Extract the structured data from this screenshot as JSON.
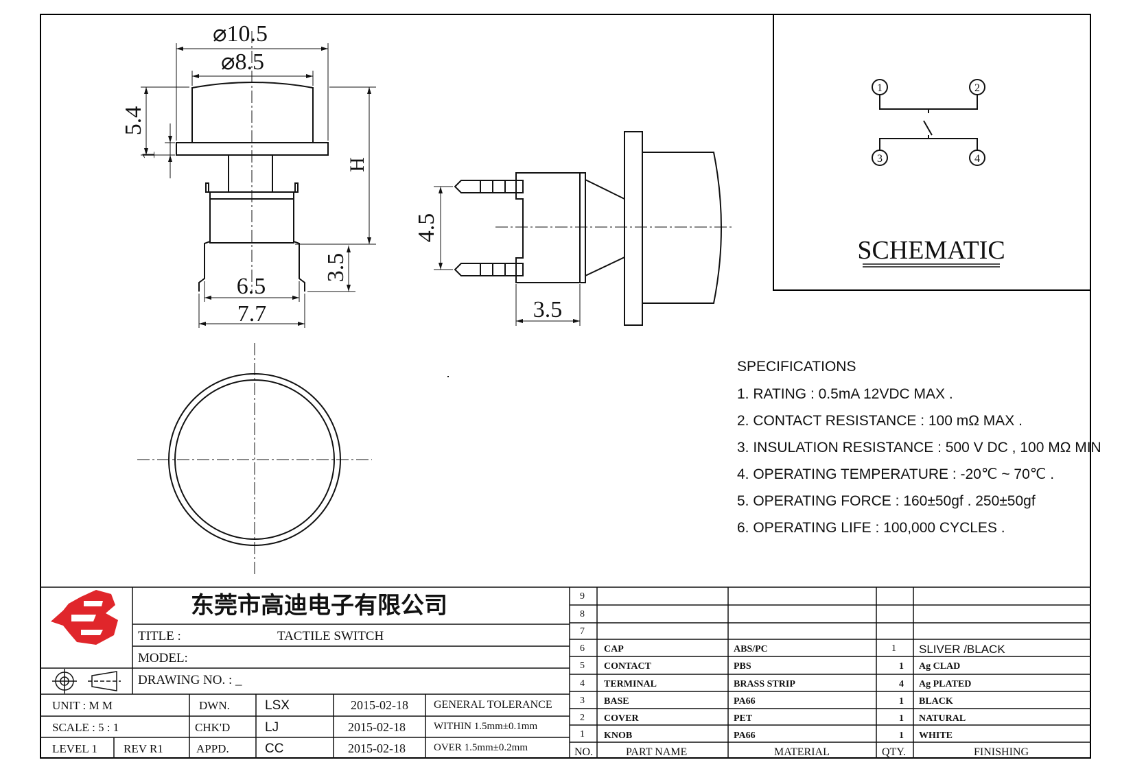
{
  "drawing": {
    "dims": {
      "cap_diameter": "⌀10.5",
      "cap_inner_diameter": "⌀8.5",
      "cap_height": "5.4",
      "flange_thickness": "1",
      "overall_height": "H",
      "body_width": "6.5",
      "lead_span": "7.7",
      "lead_length": "3.5",
      "pin_pitch": "4.5",
      "side_lead_length": "3.5"
    }
  },
  "schematic": {
    "title": "SCHEMATIC",
    "pins": [
      "1",
      "2",
      "3",
      "4"
    ]
  },
  "specifications": {
    "heading": "SPECIFICATIONS",
    "items": [
      "1. RATING : 0.5mA 12VDC MAX .",
      "2. CONTACT RESISTANCE : 100 mΩ MAX .",
      "3. INSULATION RESISTANCE : 500 V DC , 100 MΩ MIN",
      "4. OPERATING TEMPERATURE : -20℃ ~ 70℃ .",
      "5. OPERATING FORCE : 160±50gf . 250±50gf",
      "6. OPERATING LIFE : 100,000 CYCLES ."
    ]
  },
  "title_block": {
    "company": "东莞市高迪电子有限公司",
    "title_label": "TITLE :",
    "title_value": "TACTILE SWITCH",
    "model_label": "MODEL:",
    "drawing_no_label": "DRAWING NO. : _",
    "unit": "UNIT   :   M M",
    "scale": "SCALE  :  5 : 1",
    "level": "LEVEL 1",
    "rev": "REV  R1",
    "roles": [
      "DWN.",
      "CHK'D",
      "APPD."
    ],
    "names": [
      "LSX",
      "LJ",
      "CC"
    ],
    "dates": [
      "2015-02-18",
      "2015-02-18",
      "2015-02-18"
    ],
    "tolerance_title": "GENERAL TOLERANCE",
    "tolerance_1": "WITHIN 1.5mm±0.1mm",
    "tolerance_2": "OVER   1.5mm±0.2mm"
  },
  "bom": {
    "headers": [
      "NO.",
      "PART  NAME",
      "MATERIAL",
      "QTY.",
      "FINISHING"
    ],
    "rows": [
      {
        "no": "9",
        "part": "",
        "material": "",
        "qty": "",
        "finish": ""
      },
      {
        "no": "8",
        "part": "",
        "material": "",
        "qty": "",
        "finish": ""
      },
      {
        "no": "7",
        "part": "",
        "material": "",
        "qty": "",
        "finish": ""
      },
      {
        "no": "6",
        "part": "CAP",
        "material": "ABS/PC",
        "qty": "1",
        "finish": "SLIVER /BLACK"
      },
      {
        "no": "5",
        "part": "CONTACT",
        "material": "PBS",
        "qty": "1",
        "finish": "Ag CLAD"
      },
      {
        "no": "4",
        "part": "TERMINAL",
        "material": "BRASS STRIP",
        "qty": "4",
        "finish": "Ag PLATED"
      },
      {
        "no": "3",
        "part": "BASE",
        "material": "PA66",
        "qty": "1",
        "finish": "BLACK"
      },
      {
        "no": "2",
        "part": "COVER",
        "material": "PET",
        "qty": "1",
        "finish": "NATURAL"
      },
      {
        "no": "1",
        "part": "KNOB",
        "material": "PA66",
        "qty": "1",
        "finish": "WHITE"
      }
    ]
  },
  "colors": {
    "logo_red": "#e0262b",
    "line": "#111111"
  }
}
